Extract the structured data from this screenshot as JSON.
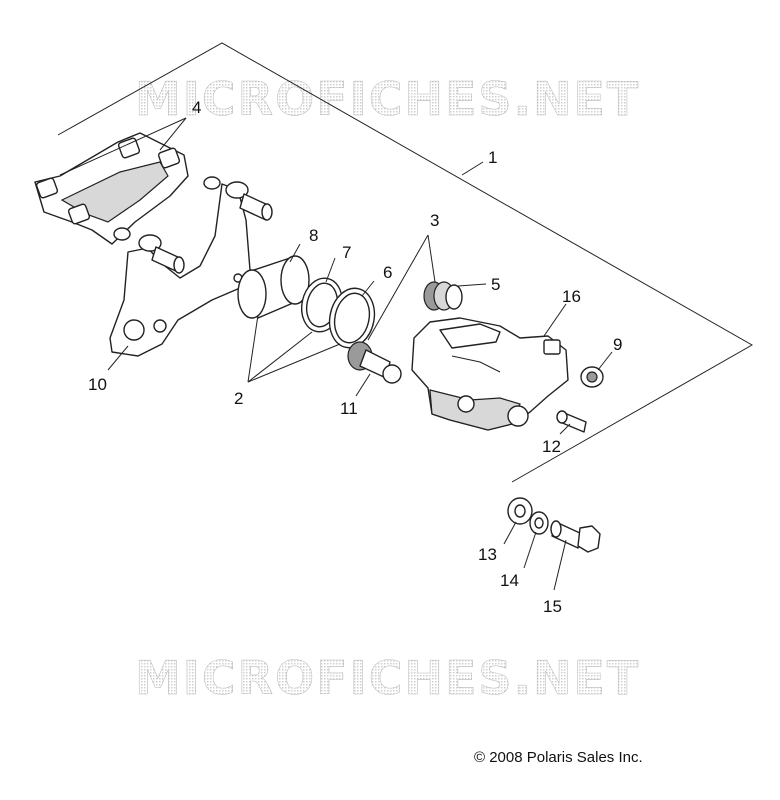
{
  "watermarks": {
    "top": "MICROFICHES.NET",
    "bottom": "MICROFICHES.NET"
  },
  "callouts": {
    "c1": "1",
    "c2": "2",
    "c3": "3",
    "c4": "4",
    "c5": "5",
    "c6": "6",
    "c7": "7",
    "c8": "8",
    "c9": "9",
    "c10": "10",
    "c11": "11",
    "c12": "12",
    "c13": "13",
    "c14": "14",
    "c15": "15",
    "c16": "16"
  },
  "copyright": "© 2008 Polaris Sales Inc."
}
